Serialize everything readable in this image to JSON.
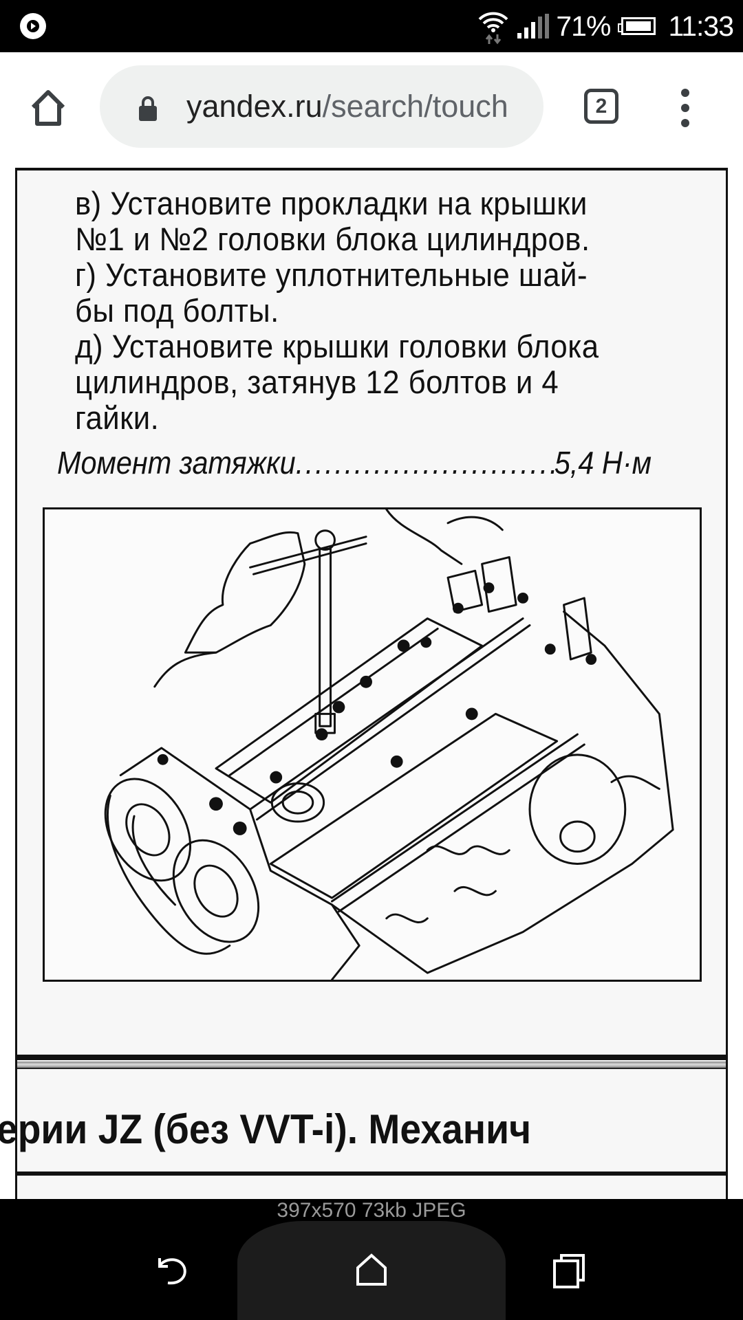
{
  "status_bar": {
    "left_icon": "media-play-icon",
    "battery_percent": "71%",
    "time": "11:33",
    "icons": [
      "wifi-data-icon",
      "signal-icon",
      "battery-icon"
    ]
  },
  "browser": {
    "home_icon": "home-icon",
    "lock_icon": "lock-icon",
    "url_host": "yandex.ru",
    "url_path": "/search/touch",
    "tab_count": "2",
    "menu_icon": "more-vert-icon"
  },
  "document": {
    "paragraphs": [
      "в) Установите прокладки на крышки №1 и №2 головки блока цилиндров.",
      "г) Установите уплотнительные шай-бы под болты.",
      "д) Установите крышки головки блока цилиндров, затянув 12 болтов и 4 гайки."
    ],
    "para_lines": [
      "в) Установите прокладки на крышки",
      "№1 и №2 головки блока цилиндров.",
      "г) Установите уплотнительные шай-",
      "бы под болты.",
      "д) Установите крышки головки блока",
      "цилиндров, затянув 12 болтов и 4",
      "гайки."
    ],
    "torque_label": "Момент затяжки",
    "torque_dots": "..............................................",
    "torque_value": "5,4 Н·м",
    "figure_description": "Engine cylinder head cover installation illustration with T-handle wrench",
    "chapter_title": "ерии JZ (без VVT-i). Механич"
  },
  "image_info": "397x570  73kb  JPEG",
  "nav_bar": {
    "back": "back-icon",
    "home": "home-icon",
    "recents": "recents-icon"
  }
}
